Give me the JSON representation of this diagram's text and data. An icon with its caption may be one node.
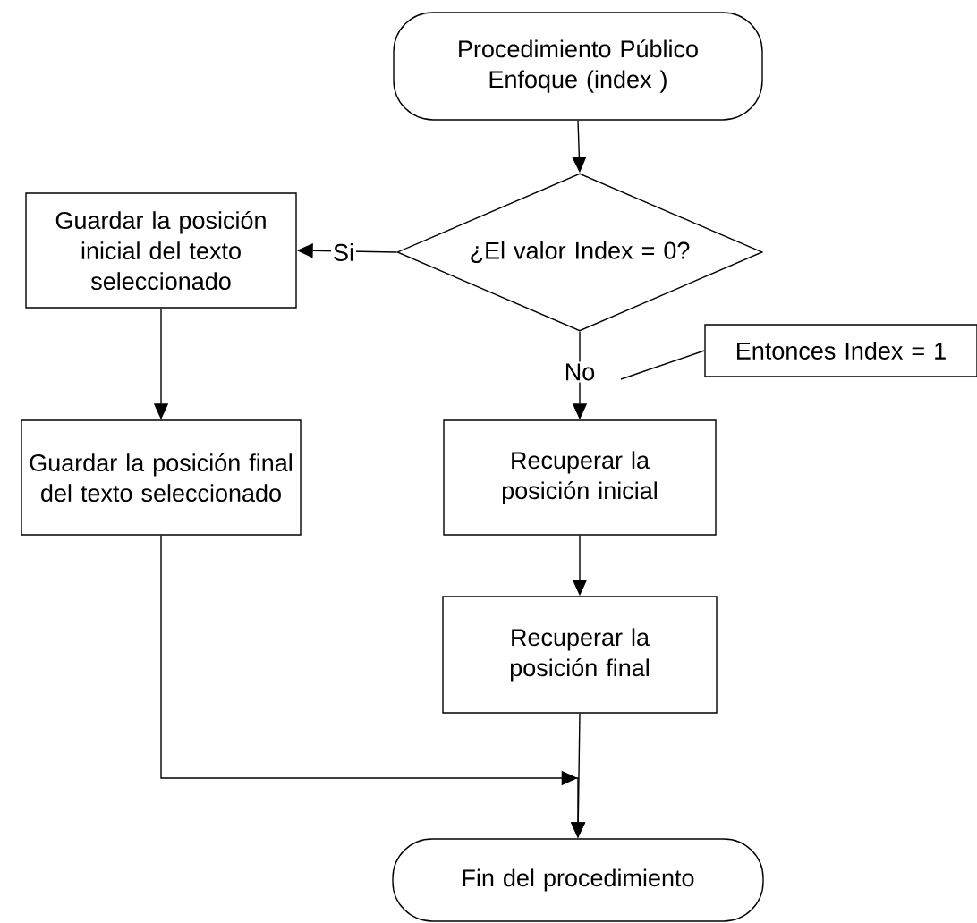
{
  "diagram": {
    "nodes": [
      {
        "text": [
          "Procedimiento Público Enfoque (index )"
        ]
      },
      {
        "text": [
          "¿El valor Index = 0?"
        ]
      },
      {
        "text": [
          "Guardar la posición inicial del texto seleccionado"
        ]
      },
      {
        "text": [
          "Guardar la posición final del texto seleccionado"
        ]
      },
      {
        "text": [
          "Recuperar la posición inicial"
        ]
      },
      {
        "text": [
          "Recuperar la posición final"
        ]
      },
      {
        "text": [
          "Fin del procedimiento"
        ]
      },
      {
        "text": [
          "Entonces Index = 1"
        ]
      }
    ],
    "edges": [
      {
        "from": 0,
        "to": 1,
        "arrow": "to"
      },
      {
        "from": 1,
        "to": 2,
        "arrow": "to",
        "label": "Si"
      },
      {
        "from": 1,
        "to": 4,
        "arrow": "to",
        "label": "No"
      },
      {
        "from": 2,
        "to": 3,
        "arrow": "to"
      },
      {
        "from": 4,
        "to": 5,
        "arrow": "to"
      },
      {
        "from": 3,
        "to": 6,
        "arrow": "to"
      },
      {
        "from": 5,
        "to": 6,
        "arrow": "to"
      },
      {
        "from": 7,
        "to": null,
        "arrow": "none"
      }
    ]
  }
}
